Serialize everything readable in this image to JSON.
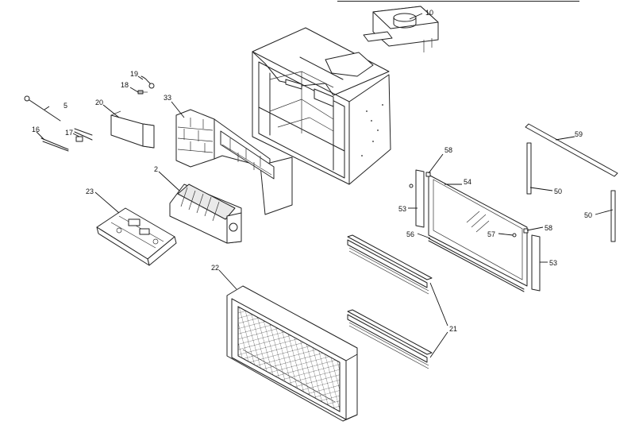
{
  "callouts": {
    "c10": "10",
    "c33": "33",
    "c19": "19",
    "c18": "18",
    "c20": "20",
    "c5": "5",
    "c17": "17",
    "c16": "16",
    "c2": "2",
    "c23": "23",
    "c58a": "58",
    "c54": "54",
    "c53a": "53",
    "c59": "59",
    "c50a": "50",
    "c50b": "50",
    "c56": "56",
    "c57": "57",
    "c58b": "58",
    "c53b": "53",
    "c22": "22",
    "c21": "21"
  },
  "colors": {
    "line": "#222222",
    "background": "#ffffff",
    "shade": "#bdbdbd"
  }
}
